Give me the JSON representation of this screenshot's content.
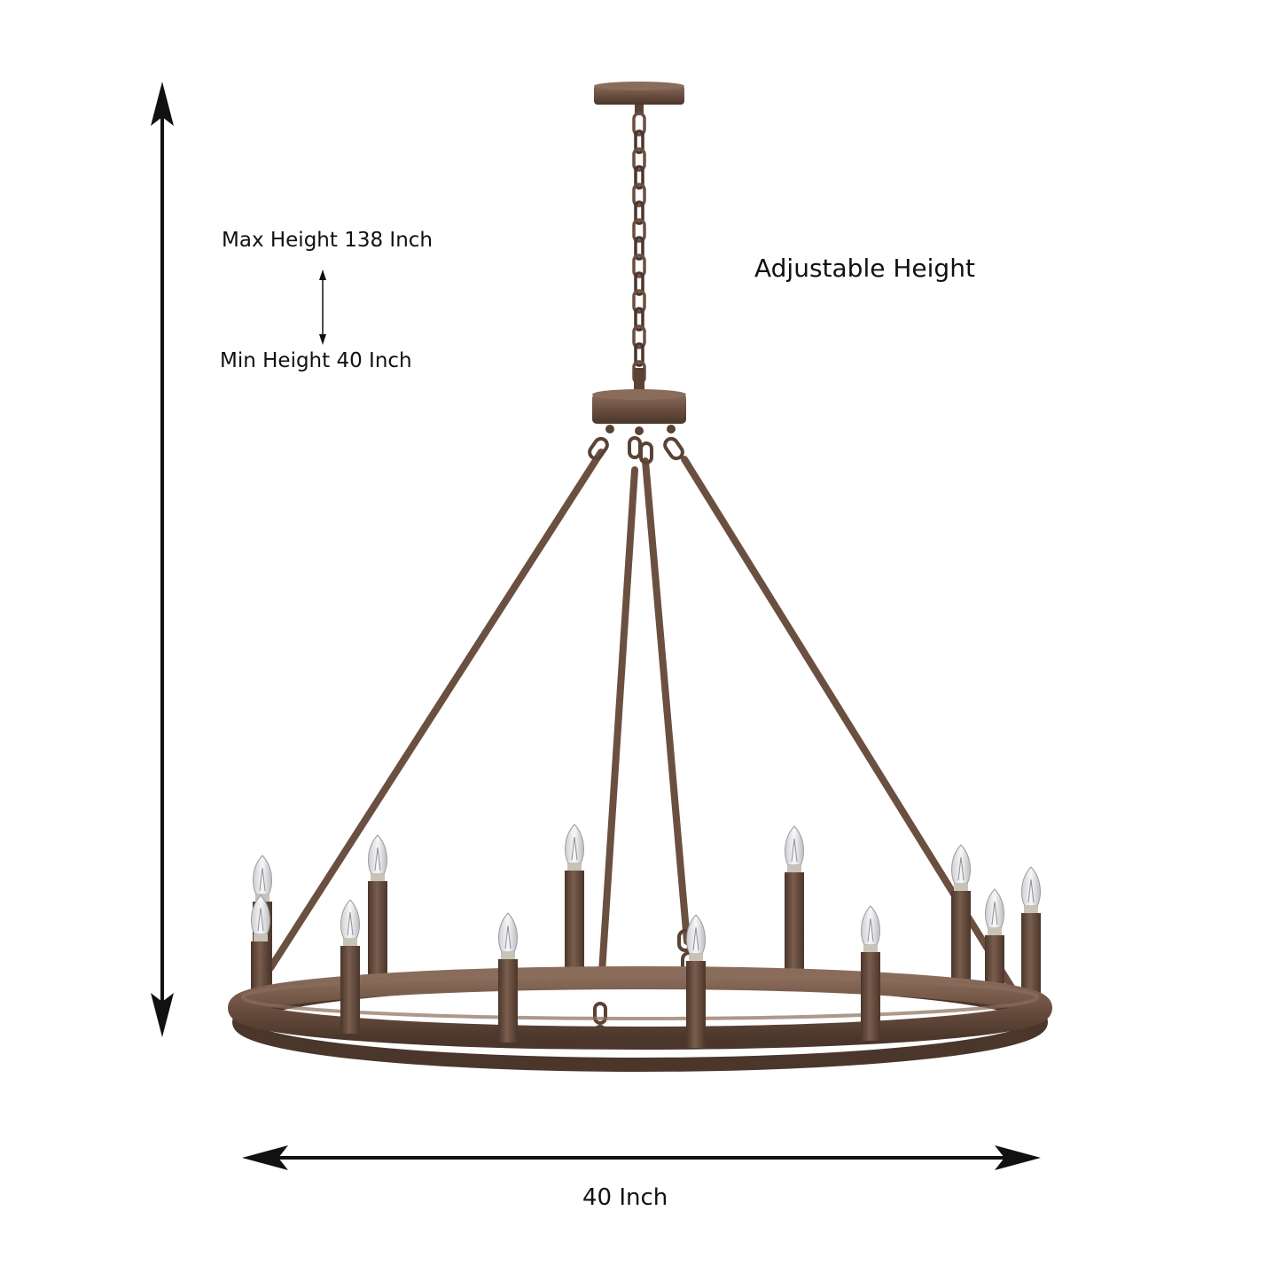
{
  "dimensions": {
    "max_height_label": "Max Height 138 Inch",
    "min_height_label": "Min Height 40 Inch",
    "adjustable_label": "Adjustable Height",
    "width_label": "40 Inch"
  },
  "product": {
    "bulb_count": 12
  },
  "colors": {
    "finish": "#6b4f40",
    "finish_dark": "#4a362b",
    "finish_light": "#8a6c5b",
    "arrow": "#111111",
    "bulb_glass": "#e8e8ea"
  }
}
